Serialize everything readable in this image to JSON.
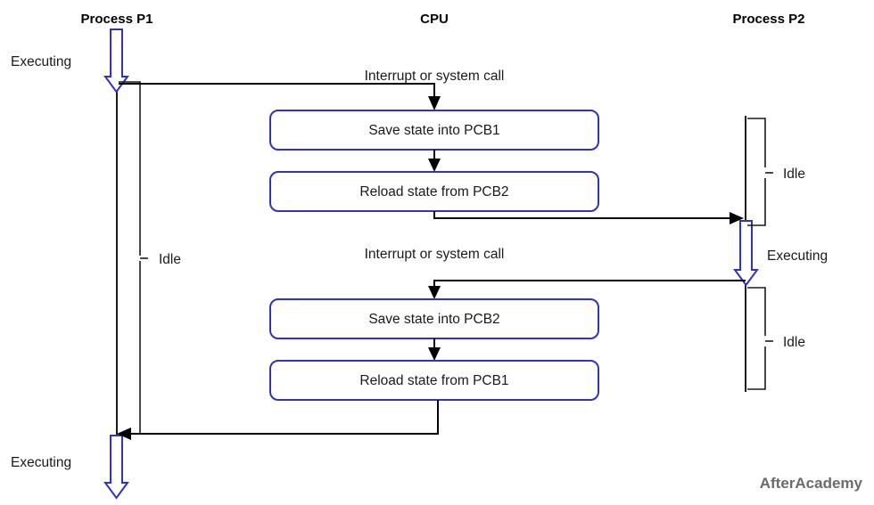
{
  "diagram": {
    "title_columns": [
      {
        "id": "p1",
        "label": "Process P1"
      },
      {
        "id": "cpu",
        "label": "CPU"
      },
      {
        "id": "p2",
        "label": "Process P2"
      }
    ],
    "watermark": "AfterAcademy",
    "colors": {
      "box_border": "#3333b5",
      "executing_arrow": "#3333b5",
      "flow_line": "#000000",
      "lifeline": "#1a1a1a",
      "text": "#1a1a1a",
      "watermark": "#6b6b6b",
      "background": "#ffffff"
    },
    "cpu_steps": [
      {
        "id": "save-pcb1",
        "label": "Save state into PCB1"
      },
      {
        "id": "reload-pcb2",
        "label": "Reload state from PCB2"
      },
      {
        "id": "save-pcb2",
        "label": "Save state into PCB2"
      },
      {
        "id": "reload-pcb1",
        "label": "Reload state from PCB1"
      }
    ],
    "transitions": [
      {
        "id": "interrupt-1",
        "label": "Interrupt or system call"
      },
      {
        "id": "interrupt-2",
        "label": "Interrupt or system call"
      }
    ],
    "state_labels": [
      {
        "id": "p1-executing-top",
        "label": "Executing",
        "process": "Process P1"
      },
      {
        "id": "p1-idle",
        "label": "Idle",
        "process": "Process P1"
      },
      {
        "id": "p1-executing-bottom",
        "label": "Executing",
        "process": "Process P1"
      },
      {
        "id": "p2-idle-top",
        "label": "Idle",
        "process": "Process P2"
      },
      {
        "id": "p2-executing",
        "label": "Executing",
        "process": "Process P2"
      },
      {
        "id": "p2-idle-bottom",
        "label": "Idle",
        "process": "Process P2"
      }
    ]
  }
}
